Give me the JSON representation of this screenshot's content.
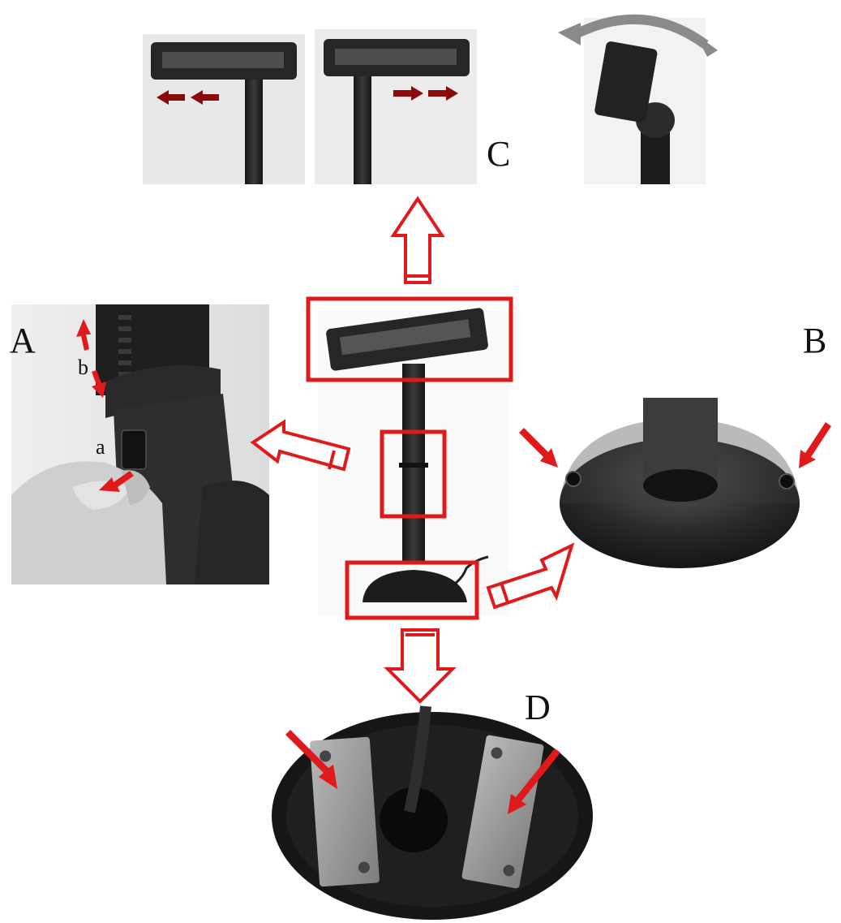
{
  "labels": {
    "a_panel": "A",
    "b_panel": "B",
    "c_panel": "C",
    "d_panel": "D",
    "a_detail": "a",
    "b_detail": "b"
  },
  "colors": {
    "highlight_red": "#e0191b",
    "dark_red_arrow": "#8b0a0a",
    "gray_arrow": "#8a8a8a",
    "device_dark": "#1f1f1f"
  }
}
